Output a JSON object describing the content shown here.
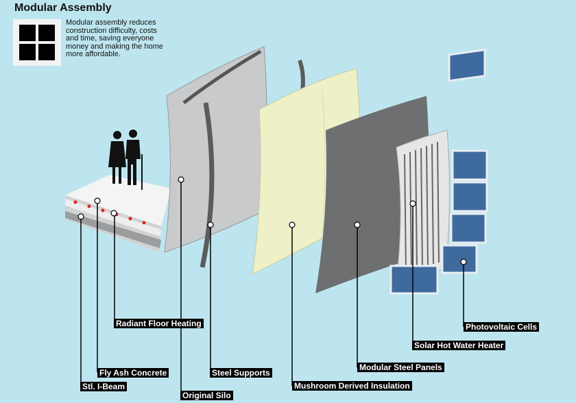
{
  "header": {
    "title": "Modular Assembly",
    "description": "Modular assembly reduces construction difficulty, costs and time, saving everyone money and making the home more affordable.",
    "icon": "grid-four-squares-icon"
  },
  "labels": {
    "radiant": "Radiant Floor Heating",
    "flyash": "Fly Ash Concrete",
    "ibeam": "Stl. I-Beam",
    "silo": "Original Silo",
    "supports": "Steel Supports",
    "insulation": "Mushroom Derived Insulation",
    "panels": "Modular Steel Panels",
    "solar": "Solar Hot Water Heater",
    "pv": "Photovoltaic Cells"
  },
  "colors": {
    "background": "#bde5ef",
    "insulation": "#eef0c8",
    "steel_panel": "#6d6f70",
    "silo": "#c9cacc",
    "pv": "#3f6a9e"
  }
}
